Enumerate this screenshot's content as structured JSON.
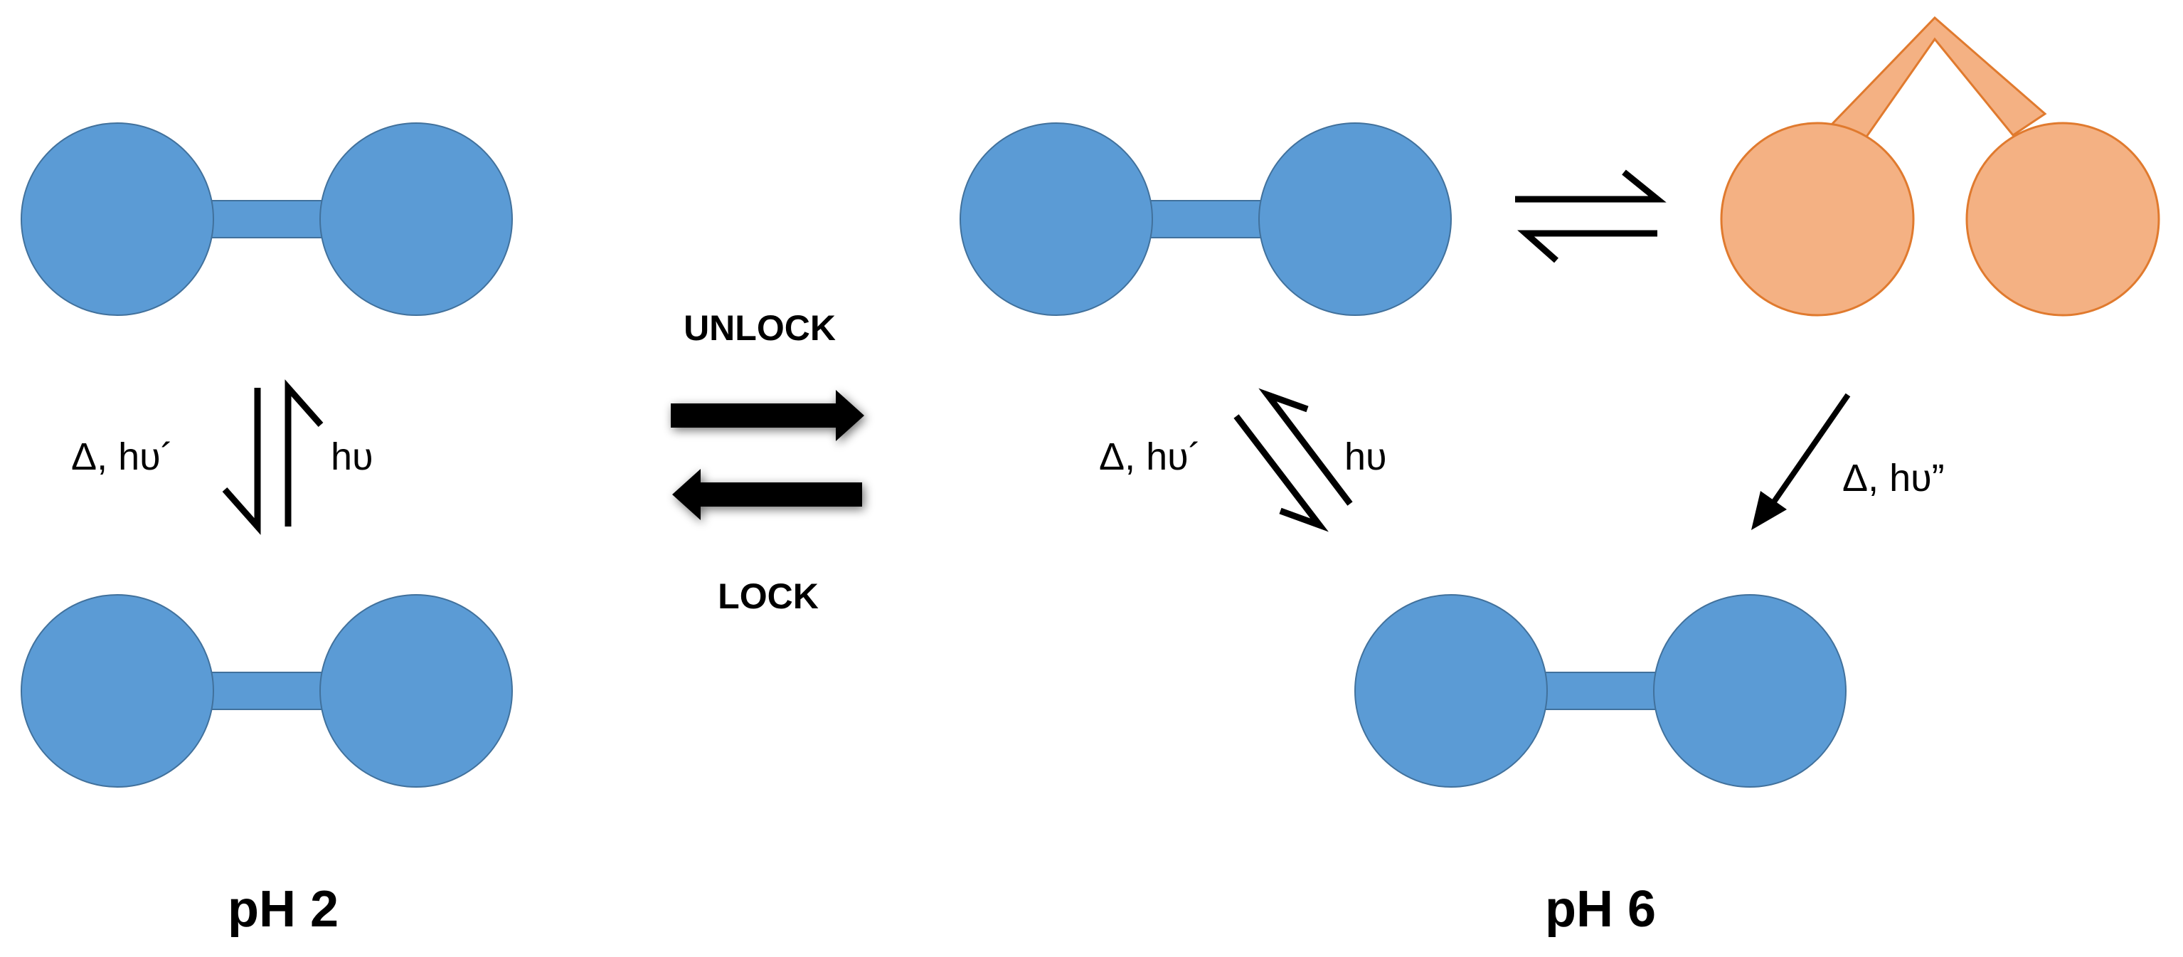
{
  "colors": {
    "molecule_fill": "#5B9BD5",
    "molecule_stroke": "#41719C",
    "open_fill": "#F4B183",
    "open_stroke": "#E07A2E",
    "arrow": "#000000"
  },
  "labels": {
    "left_eq_left": "Δ, hυ´",
    "left_eq_right": "hυ",
    "unlock": "UNLOCK",
    "lock": "LOCK",
    "right_eq_left": "Δ, hυ´",
    "right_eq_right": "hυ",
    "irreversible": "Δ, hυ”",
    "ph_left": "pH 2",
    "ph_right": "pH 6"
  }
}
